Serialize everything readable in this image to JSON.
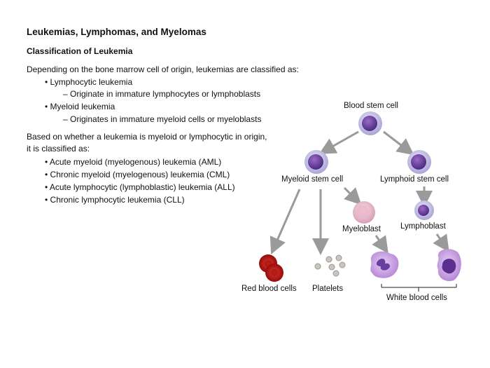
{
  "slide": {
    "title": "Leukemias, Lymphomas, and Myelomas",
    "subtitle": "Classification of Leukemia",
    "intro1": "Depending on the bone marrow cell of origin, leukemias are classified as:",
    "type1": "Lymphocytic leukemia",
    "type1_desc": "Originate in immature lymphocytes or lymphoblasts",
    "type2": "Myeloid leukemia",
    "type2_desc": "Originates in immature myeloid cells or myeloblasts",
    "intro2_line1": "Based on whether a leukemia is myeloid or lymphocytic in origin,",
    "intro2_line2": "it is classified as:",
    "items": [
      "Acute myeloid (myelogenous) leukemia (AML)",
      "Chronic myeloid (myelogenous) leukemia (CML)",
      "Acute lymphocytic (lymphoblastic) leukemia (ALL)",
      "Chronic lymphocytic leukemia (CLL)"
    ]
  },
  "diagram": {
    "blood_stem_cell": "Blood stem cell",
    "myeloid_stem_cell": "Myeloid stem cell",
    "lymphoid_stem_cell": "Lymphoid stem cell",
    "myeloblast": "Myeloblast",
    "lymphoblast": "Lymphoblast",
    "red_blood_cells": "Red blood cells",
    "platelets": "Platelets",
    "white_blood_cells": "White blood cells"
  },
  "colors": {
    "arrow": "#9a9a9a",
    "cell_body": "#c6c3e8",
    "nucleus": "#6a3e9e",
    "rbc": "#b00e0e",
    "myeloblast": "#e9bfcf",
    "wbc": "#c79ee0"
  }
}
